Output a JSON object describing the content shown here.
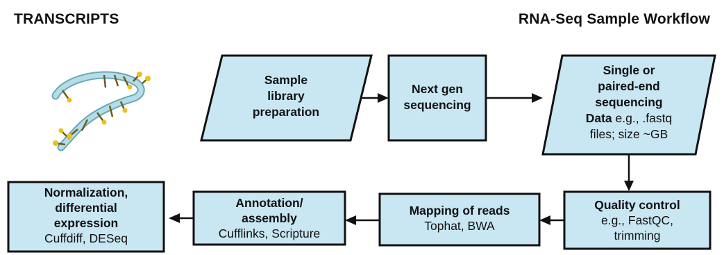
{
  "header": {
    "left_title": "TRANSCRIPTS",
    "right_title": "RNA-Seq Sample Workflow"
  },
  "illustration": {
    "icon": "rna-strand-icon"
  },
  "steps": {
    "library_prep": {
      "line1": "Sample",
      "line2": "library",
      "line3": "preparation"
    },
    "sequencing": {
      "line1": "Next gen",
      "line2": "sequencing"
    },
    "data": {
      "line1": "Single or",
      "line2": "paired-end",
      "line3": "sequencing",
      "line4_bold": "Data",
      "line4_rest": " e.g., .fastq",
      "line5": "files; size ~GB"
    },
    "qc": {
      "title": "Quality control",
      "line2": "e.g., FastQC,",
      "line3": "trimming"
    },
    "mapping": {
      "title": "Mapping of reads",
      "line2": "Tophat, BWA"
    },
    "annotation": {
      "title1": "Annotation/",
      "title2": "assembly",
      "line3": "Cufflinks, Scripture"
    },
    "normalization": {
      "title1": "Normalization,",
      "title2": "differential",
      "title3": "expression",
      "line4": "Cuffdiff, DESeq"
    }
  },
  "colors": {
    "box_fill": "#c9e6f3",
    "stroke": "#111111",
    "ribbon": "#b4dde8",
    "bases": "#e8c21e"
  }
}
